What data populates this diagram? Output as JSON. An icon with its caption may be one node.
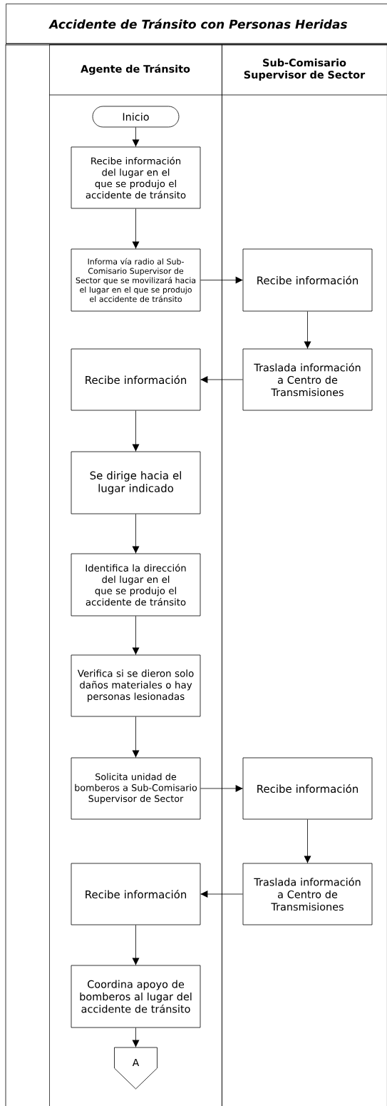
{
  "diagram": {
    "title": "Accidente de Tránsito con Personas Heridas",
    "nodes": [
      {
        "text": [
          "Agente de Tránsito"
        ]
      },
      {
        "text": [
          "Sub-Comisario Supervisor de Sector"
        ]
      },
      {
        "text": [
          "Inicio"
        ],
        "in": 0
      },
      {
        "text": [
          "Recibe información del lugar en el que se produjo el accidente de tránsito"
        ],
        "in": 0
      },
      {
        "text": [
          "Informa vía radio al Sub-Comisario Supervisor de Sector que se movilizará hacia el lugar en el que se produjo el accidente de tránsito"
        ],
        "in": 0
      },
      {
        "text": [
          "Recibe información"
        ],
        "in": 1
      },
      {
        "text": [
          "Traslada información a Centro de Transmisiones"
        ],
        "in": 1
      },
      {
        "text": [
          "Recibe información"
        ],
        "in": 0
      },
      {
        "text": [
          "Se dirige hacia el lugar indicado"
        ],
        "in": 0
      },
      {
        "text": [
          "Identifica la dirección del lugar en el que se produjo el accidente de tránsito"
        ],
        "in": 0
      },
      {
        "text": [
          "Verifica si se dieron solo daños materiales o hay personas lesionadas"
        ],
        "in": 0
      },
      {
        "text": [
          "Solicita unidad de bomberos a Sub-Comisario Supervisor de Sector"
        ],
        "in": 0
      },
      {
        "text": [
          "Recibe información"
        ],
        "in": 1
      },
      {
        "text": [
          "Traslada información a Centro de Transmisiones"
        ],
        "in": 1
      },
      {
        "text": [
          "Recibe información"
        ],
        "in": 0
      },
      {
        "text": [
          "Coordina apoyo de bomberos al lugar del accidente de tránsito"
        ],
        "in": 0
      },
      {
        "text": [
          "A"
        ],
        "in": 0
      }
    ],
    "edges": [
      {
        "from": 2,
        "to": 3,
        "arrow": "to"
      },
      {
        "from": 3,
        "to": 4,
        "arrow": "to"
      },
      {
        "from": 4,
        "to": 5,
        "arrow": "to"
      },
      {
        "from": 5,
        "to": 6,
        "arrow": "to"
      },
      {
        "from": 6,
        "to": 7,
        "arrow": "to"
      },
      {
        "from": 7,
        "to": 8,
        "arrow": "to"
      },
      {
        "from": 8,
        "to": 9,
        "arrow": "to"
      },
      {
        "from": 9,
        "to": 10,
        "arrow": "to"
      },
      {
        "from": 10,
        "to": 11,
        "arrow": "to"
      },
      {
        "from": 11,
        "to": 12,
        "arrow": "to"
      },
      {
        "from": 12,
        "to": 13,
        "arrow": "to"
      },
      {
        "from": 13,
        "to": 14,
        "arrow": "to"
      },
      {
        "from": 14,
        "to": 15,
        "arrow": "to"
      },
      {
        "from": 15,
        "to": 16,
        "arrow": "to"
      }
    ]
  }
}
